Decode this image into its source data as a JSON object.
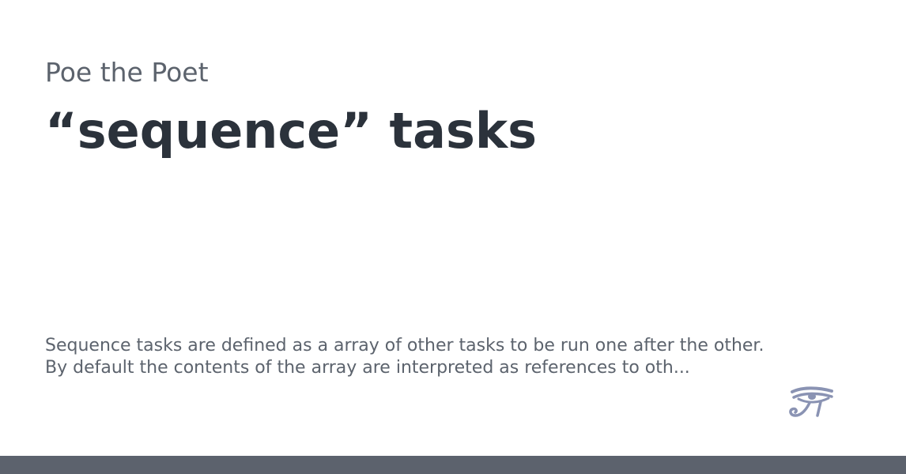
{
  "site": {
    "name": "Poe the Poet"
  },
  "page": {
    "title": "“sequence” tasks",
    "description_lines": [
      "Sequence tasks are defined as a array of other tasks to be run one after the other.",
      "By default the contents of the array are interpreted as references to oth..."
    ]
  },
  "logo": {
    "icon": "eye-of-horus-icon",
    "color": "#8a93b3"
  },
  "colors": {
    "background": "#ffffff",
    "title": "#2b323b",
    "muted_text": "#5c636d",
    "footer_bar": "#5c626d"
  }
}
